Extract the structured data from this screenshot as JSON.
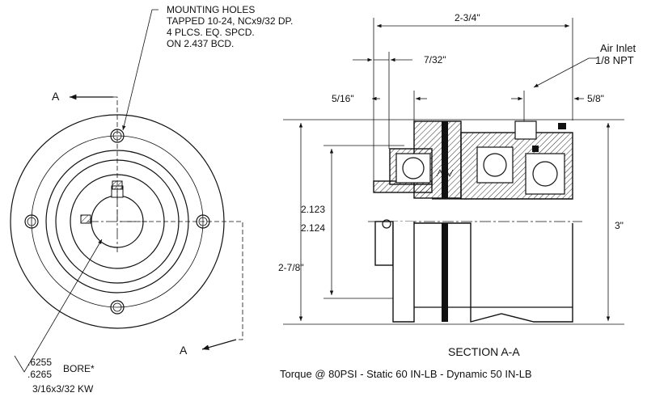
{
  "front_view": {
    "mounting_holes_note": [
      "MOUNTING HOLES",
      "TAPPED 10-24, NCx9/32 DP.",
      "4 PLCS. EQ. SPCD.",
      "ON 2.437 BCD."
    ],
    "section_marker": "A",
    "bore_upper": ".6255",
    "bore_lower": ".6265",
    "bore_label": "BORE*",
    "keyway": "3/16x3/32 KW"
  },
  "section_view": {
    "overall_length": "2-3/4\"",
    "dim_7_32": "7/32\"",
    "dim_5_16": "5/16\"",
    "dim_5_8": "5/8\"",
    "air_inlet": [
      "Air Inlet",
      "1/8 NPT"
    ],
    "dia_upper": "2.123",
    "dia_lower": "2.124",
    "dia_2_7_8": "2-7/8\"",
    "dia_3": "3\"",
    "title": "SECTION A-A"
  },
  "torque_note": "Torque @ 80PSI - Static 60 IN-LB - Dynamic 50 IN-LB"
}
